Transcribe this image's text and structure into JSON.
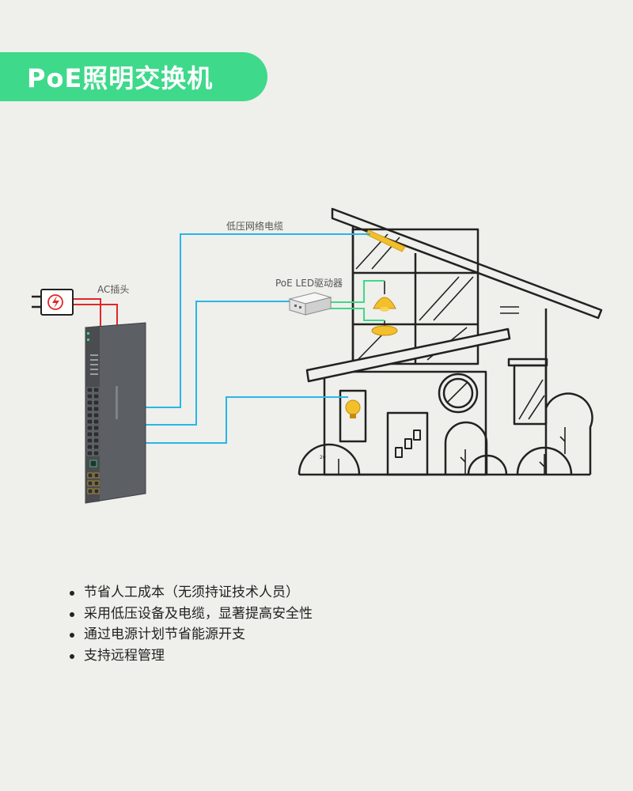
{
  "title": "PoE照明交换机",
  "labels": {
    "ac_plug": "AC插头",
    "low_voltage_cable": "低压网络电缆",
    "poe_led_driver": "PoE LED驱动器",
    "house_number": "20"
  },
  "features": [
    "节省人工成本（无须持证技术人员）",
    "采用低压设备及电缆，显著提高安全性",
    "通过电源计划节省能源开支",
    "支持远程管理"
  ],
  "colors": {
    "title_bg": "#3ed98a",
    "cable_blue": "#29b6e8",
    "cable_green": "#3ed98a",
    "power_red": "#e0272a",
    "lamp_yellow": "#f2c02a",
    "switch_body": "#5c5f63"
  },
  "icons": {
    "plug": "lightning-plug-icon",
    "lamp": "pendant-lamp-icon",
    "bulb": "bulb-icon"
  }
}
